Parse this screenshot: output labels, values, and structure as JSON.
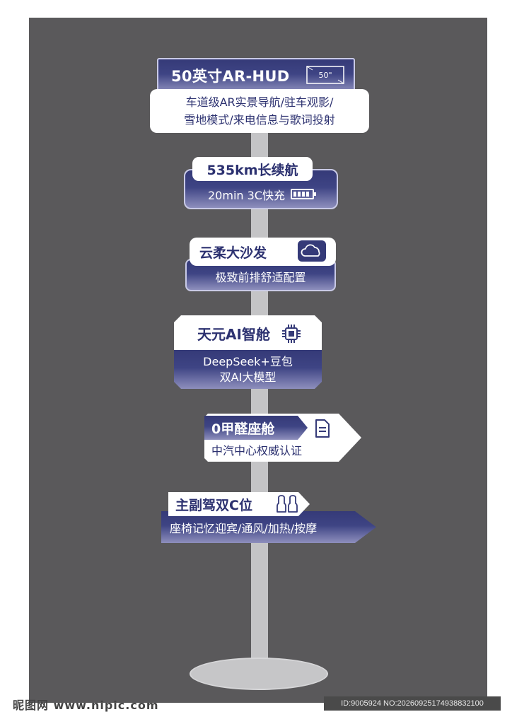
{
  "signs": {
    "ar_hud": {
      "title": "50英寸AR-HUD",
      "icon_label": "50\"",
      "line1": "车道级AR实景导航/驻车观影/",
      "line2": "雪地模式/来电信息与歌词投射"
    },
    "range": {
      "title": "535km长续航",
      "sub": "20min 3C快充"
    },
    "sofa": {
      "title": "云柔大沙发",
      "sub": "极致前排舒适配置"
    },
    "ai": {
      "title": "天元AI智舱",
      "line1": "DeepSeek+豆包",
      "line2": "双AI大模型"
    },
    "formaldehyde": {
      "title": "0甲醛座舱",
      "sub": "中汽中心权威认证"
    },
    "seats": {
      "title": "主副驾双C位",
      "sub": "座椅记忆迎宾/通风/加热/按摩"
    }
  },
  "icons": [
    "screen-icon",
    "battery-icon",
    "cloud-icon",
    "chip-icon",
    "document-icon",
    "seats-icon"
  ],
  "colors": {
    "navy": "#353a78",
    "lavender": "#8e8fbd",
    "background": "#5a595b",
    "pole": "#c4c4c6"
  },
  "watermark": {
    "left": "昵图网 www.nipic.com",
    "right": "ID:9005924 NO:20260925174938832100"
  }
}
